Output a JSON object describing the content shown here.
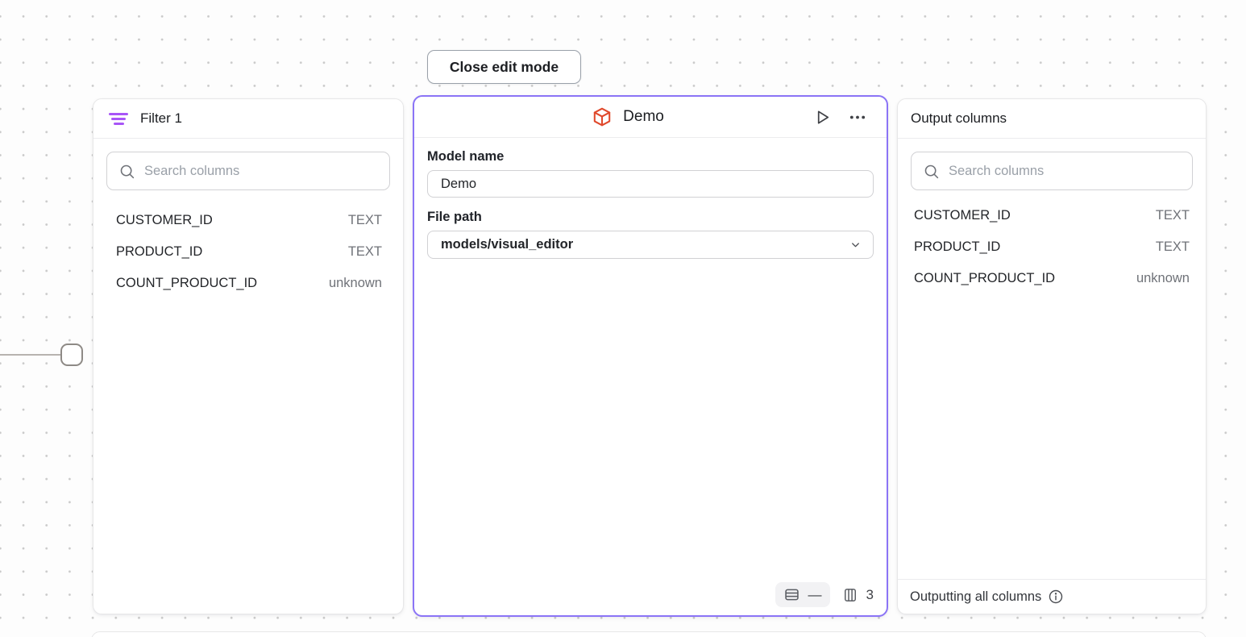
{
  "colors": {
    "selected_border_purple": "#8b74f6",
    "filter_icon_purple": "#a855f7",
    "cube_icon_orange": "#e0492c"
  },
  "toolbar": {
    "close_button_label": "Close edit mode"
  },
  "filter_panel": {
    "title": "Filter 1",
    "search_placeholder": "Search columns",
    "columns": [
      {
        "name": "CUSTOMER_ID",
        "type": "TEXT"
      },
      {
        "name": "PRODUCT_ID",
        "type": "TEXT"
      },
      {
        "name": "COUNT_PRODUCT_ID",
        "type": "unknown"
      }
    ]
  },
  "model_panel": {
    "title": "Demo",
    "model_name_label": "Model name",
    "model_name_value": "Demo",
    "file_path_label": "File path",
    "file_path_value": "models/visual_editor",
    "row_count": "—",
    "column_count": "3"
  },
  "output_panel": {
    "title": "Output columns",
    "search_placeholder": "Search columns",
    "columns": [
      {
        "name": "CUSTOMER_ID",
        "type": "TEXT"
      },
      {
        "name": "PRODUCT_ID",
        "type": "TEXT"
      },
      {
        "name": "COUNT_PRODUCT_ID",
        "type": "unknown"
      }
    ],
    "footer_text": "Outputting all columns"
  }
}
